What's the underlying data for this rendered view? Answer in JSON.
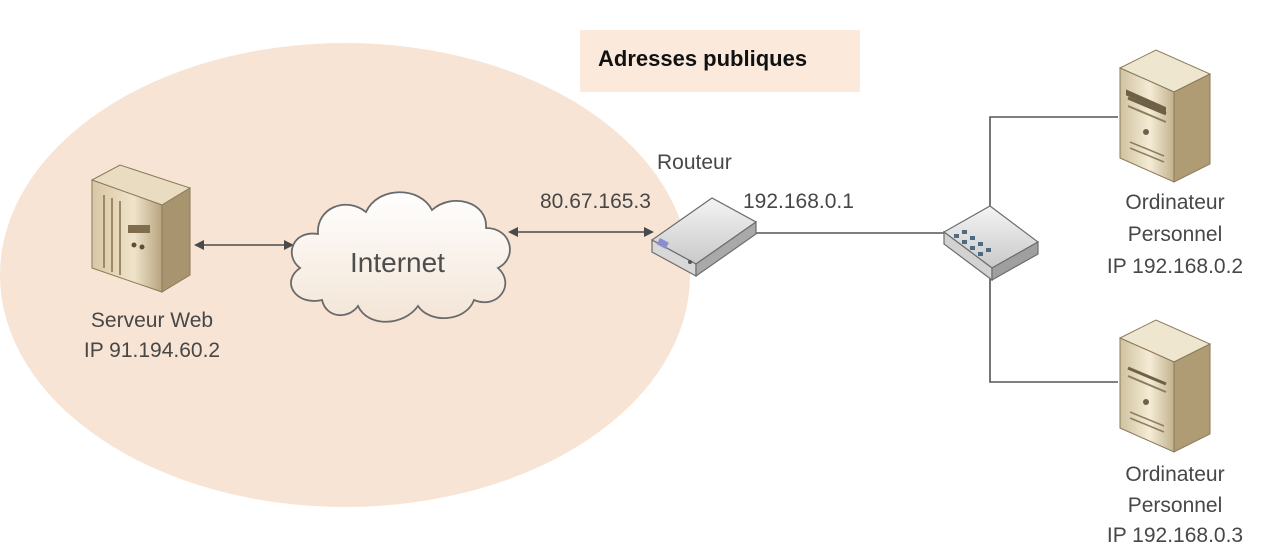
{
  "title": "Adresses publiques",
  "colors": {
    "zone_fill": "#f7e4d4",
    "title_fill": "#fbeadb",
    "line": "#555555",
    "cloud_stroke": "#6a6a6a"
  },
  "nodes": {
    "web_server": {
      "name": "Serveur Web",
      "ip": "IP 91.194.60.2",
      "icon": "server-tower-icon"
    },
    "internet": {
      "name": "Internet",
      "icon": "cloud-icon"
    },
    "router": {
      "name": "Routeur",
      "wan_ip": "80.67.165.3",
      "lan_ip": "192.168.0.1",
      "icon": "router-icon"
    },
    "switch": {
      "icon": "switch-icon"
    },
    "pc1": {
      "name_line1": "Ordinateur",
      "name_line2": "Personnel",
      "ip": "IP 192.168.0.2",
      "icon": "computer-tower-icon"
    },
    "pc2": {
      "name_line1": "Ordinateur",
      "name_line2": "Personnel",
      "ip": "IP 192.168.0.3",
      "icon": "computer-tower-icon"
    }
  }
}
